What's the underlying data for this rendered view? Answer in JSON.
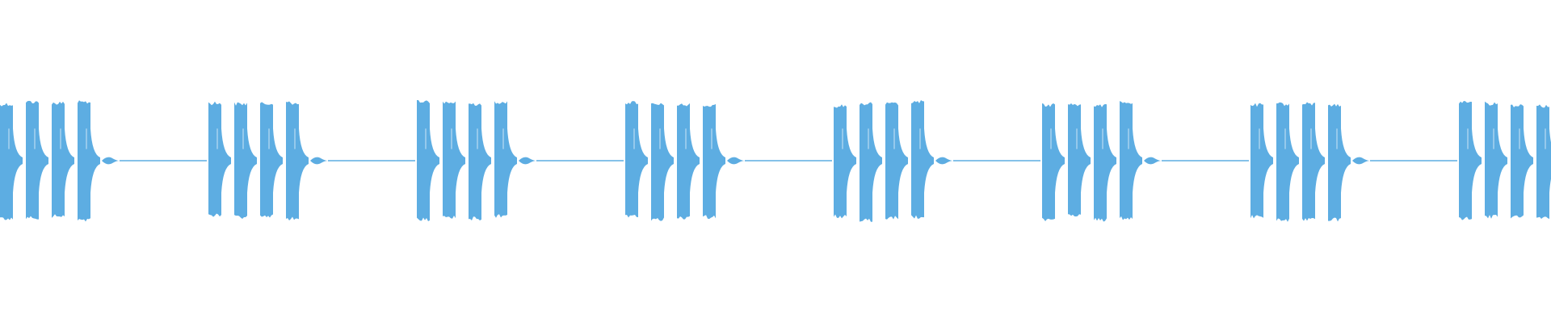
{
  "waveform": {
    "color": "#5dade2",
    "background": "#ffffff",
    "pattern": {
      "bursts_per_group": 4,
      "groups_visible": 8,
      "final_group_truncated": true,
      "burst_amplitude": 0.85,
      "tail_amplitude": 0.06,
      "silence_amplitude": 0.01
    }
  }
}
